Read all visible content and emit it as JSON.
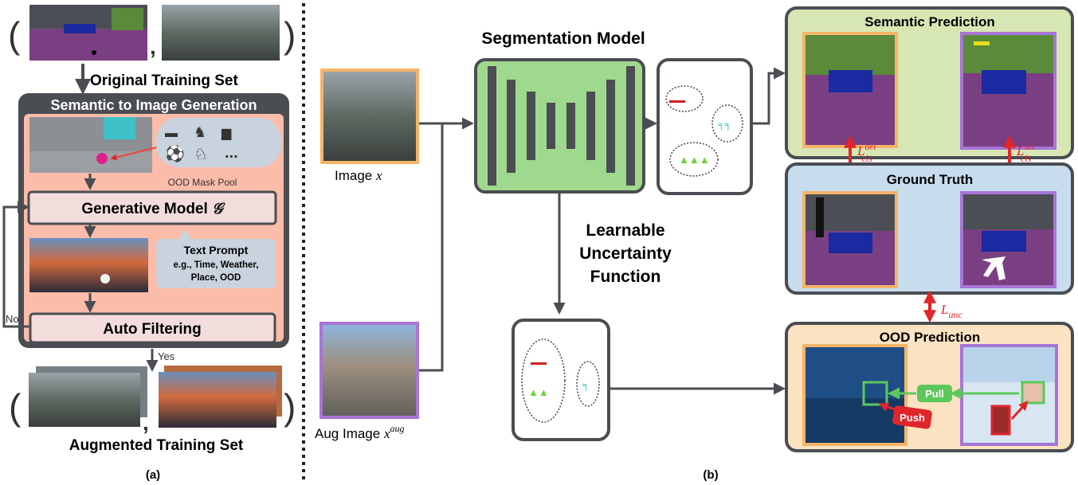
{
  "panel_a": {
    "original_set_label": "Original Training Set",
    "generation_title": "Semantic to Image Generation",
    "mask_pool_label": "OOD Mask Pool",
    "mask_pool_ellipsis": "...",
    "generative_model_label": "Generative Model",
    "generative_model_symbol": "𝒢",
    "text_prompt_title": "Text Prompt",
    "text_prompt_lines": [
      "e.g., Time, Weather,",
      "Place, OOD"
    ],
    "auto_filtering_label": "Auto Filtering",
    "no_label": "No",
    "yes_label": "Yes",
    "augmented_set_label": "Augmented Training Set",
    "caption": "(a)"
  },
  "panel_b": {
    "segmentation_model_label": "Segmentation Model",
    "image_label": "Image",
    "image_var": "x",
    "aug_image_label": "Aug Image",
    "aug_image_var": "x",
    "aug_image_sup": "aug",
    "uncertainty_lines": [
      "Learnable",
      "Uncertainty",
      "Function"
    ],
    "semantic_prediction_title": "Semantic Prediction",
    "ground_truth_title": "Ground Truth",
    "ood_prediction_title": "OOD Prediction",
    "loss_ori": {
      "base": "L",
      "sup": "ori",
      "sub": "cls"
    },
    "loss_sel": {
      "base": "L",
      "sup": "sel",
      "sub": "cls"
    },
    "loss_unc": {
      "base": "L",
      "sub": "unc"
    },
    "pull_label": "Pull",
    "push_label": "Push",
    "caption": "(b)"
  },
  "colors": {
    "orange_border": "#f5b469",
    "purple_border": "#a875d6",
    "pink_box": "#fbbcaa",
    "light_pink": "#f3dcdc",
    "seg_green": "#9fd98d",
    "semantic_bg": "#d7e7b4",
    "gt_bg": "#c7dcec",
    "ood_bg": "#fbe3c2",
    "loss_red": "#e0262b",
    "dark_gray": "#4a4d52"
  }
}
